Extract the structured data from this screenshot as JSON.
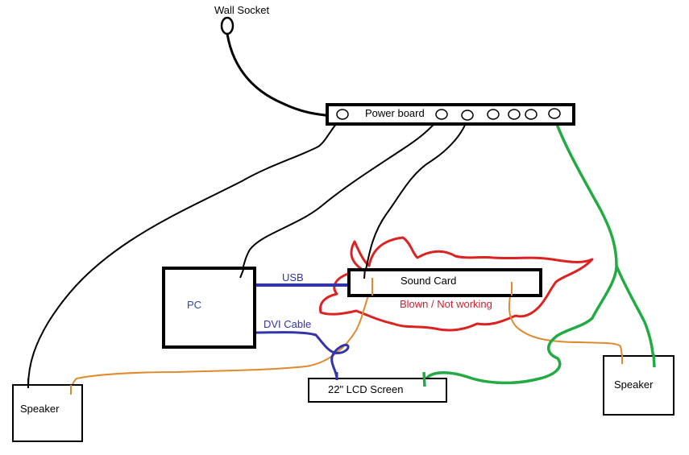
{
  "labels": {
    "wall_socket": "Wall Socket",
    "power_board": "Power board",
    "pc": "PC",
    "usb": "USB",
    "sound_card": "Sound Card",
    "blown": "Blown / Not working",
    "dvi_cable": "DVI Cable",
    "lcd_screen": "22\" LCD Screen",
    "speaker_left": "Speaker",
    "speaker_right": "Speaker"
  },
  "colors": {
    "outline": "#000000",
    "power_cable": "#000000",
    "audio_cable": "#e08a2e",
    "data_cable": "#3333aa",
    "blown_mark": "#dd2222",
    "green_cable": "#22aa44",
    "pc_label": "#3344aa",
    "blown_text": "#cc2233"
  }
}
